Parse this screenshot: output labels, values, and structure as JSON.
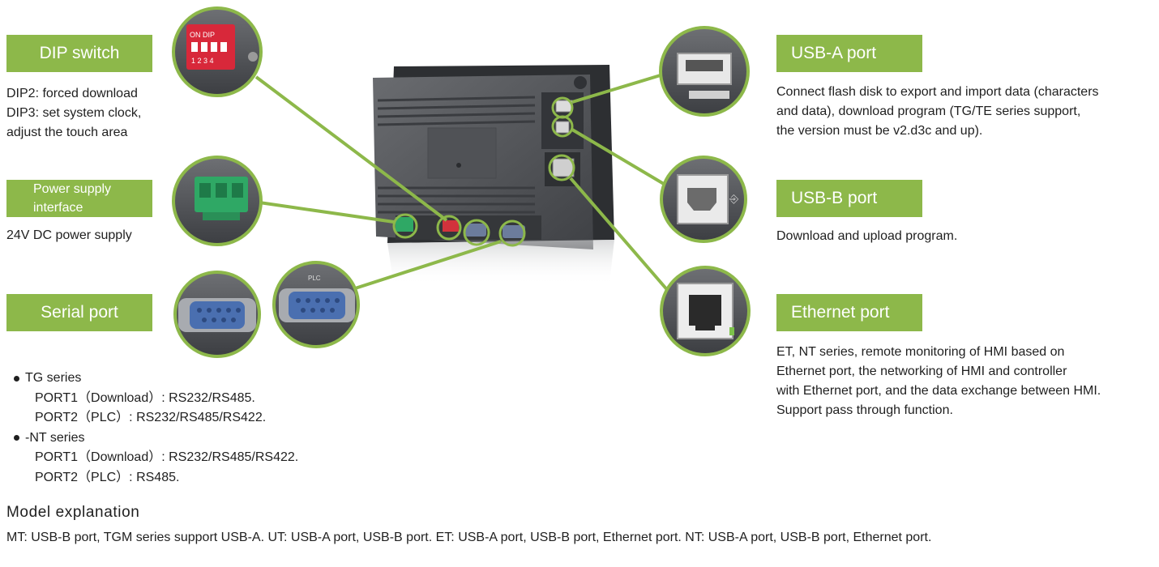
{
  "sections": {
    "dip": {
      "title": "DIP switch",
      "lines": [
        "DIP2: forced download",
        "DIP3: set system clock,",
        "adjust the touch area"
      ],
      "switch_text": "ON DIP",
      "switch_numbers": "1 2 3 4"
    },
    "power": {
      "title_lines": [
        "Power supply",
        "interface"
      ],
      "lines": [
        "24V DC power supply"
      ]
    },
    "serial": {
      "title": "Serial port",
      "port_label": "PLC",
      "groups": [
        {
          "head": "TG series",
          "items": [
            "PORT1（Download）: RS232/RS485.",
            "PORT2（PLC）: RS232/RS485/RS422."
          ]
        },
        {
          "head": "-NT series",
          "items": [
            "PORT1（Download）: RS232/RS485/RS422.",
            "PORT2（PLC）: RS485."
          ]
        }
      ]
    },
    "usba": {
      "title": "USB-A port",
      "lines": [
        "Connect flash disk to export and import data (characters",
        "and data), download program (TG/TE series support,",
        "the version must be v2.d3c and up)."
      ]
    },
    "usbb": {
      "title": "USB-B port",
      "lines": [
        "Download and upload program."
      ]
    },
    "ethernet": {
      "title": "Ethernet port",
      "lines": [
        "ET, NT series, remote monitoring of HMI based on",
        "Ethernet port, the networking of HMI and controller",
        "with Ethernet port, and the data exchange between HMI.",
        "Support pass through function."
      ]
    }
  },
  "model": {
    "title": "Model explanation",
    "text": "MT: USB-B port, TGM series support USB-A. UT: USB-A port, USB-B port. ET: USB-A port, USB-B port, Ethernet port. NT: USB-A port, USB-B port, Ethernet port."
  },
  "colors": {
    "accent": "#8db84a",
    "device": "#56585c",
    "text": "#1f1f1f"
  }
}
